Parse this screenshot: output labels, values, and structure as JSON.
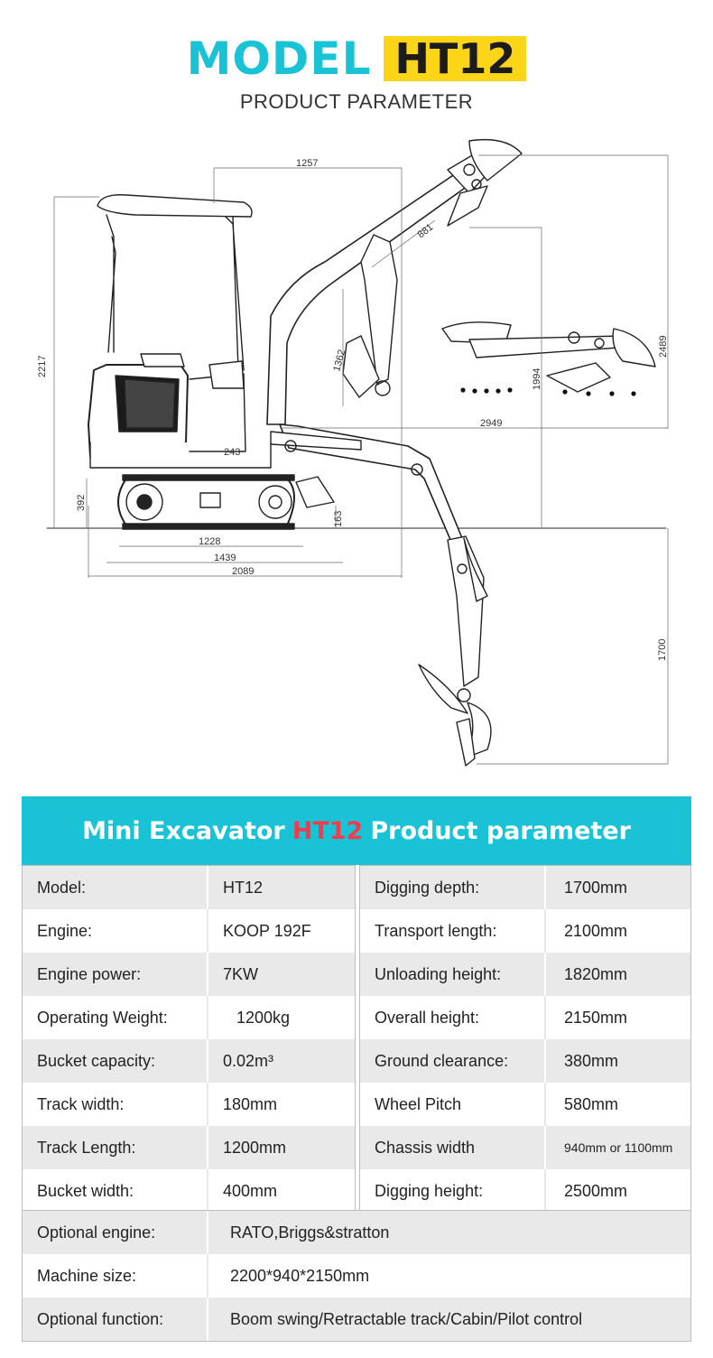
{
  "header": {
    "model_word": "MODEL",
    "model_code": "HT12",
    "subtitle": "PRODUCT PARAMETER"
  },
  "drawing": {
    "dimensions": {
      "top_width": "1257",
      "boom_length": "881",
      "overall_height": "2217",
      "arm_length": "1362",
      "dump_height": "1994",
      "max_height": "2489",
      "reach": "2949",
      "blade_lift": "243",
      "track_height": "392",
      "blade_height": "163",
      "wheel_base": "1228",
      "track_length": "1439",
      "transport_length": "2089",
      "dig_depth": "1700"
    }
  },
  "banner": {
    "prefix": "Mini Excavator",
    "model": "HT12",
    "suffix": "Product parameter"
  },
  "specs_left": [
    {
      "label": "Model:",
      "value": "HT12"
    },
    {
      "label": "Engine:",
      "value": "KOOP 192F"
    },
    {
      "label": "Engine power:",
      "value": "7KW"
    },
    {
      "label": "Operating Weight:",
      "value": "1200kg"
    },
    {
      "label": "Bucket capacity:",
      "value": "0.02m³"
    },
    {
      "label": "Track width:",
      "value": "180mm"
    },
    {
      "label": "Track Length:",
      "value": "1200mm"
    },
    {
      "label": "Bucket width:",
      "value": "400mm"
    }
  ],
  "specs_right": [
    {
      "label": "Digging depth:",
      "value": "1700mm"
    },
    {
      "label": "Transport length:",
      "value": "2100mm"
    },
    {
      "label": "Unloading height:",
      "value": "1820mm"
    },
    {
      "label": "Overall height:",
      "value": "2150mm"
    },
    {
      "label": "Ground clearance:",
      "value": "380mm"
    },
    {
      "label": "Wheel Pitch",
      "value": "580mm"
    },
    {
      "label": "Chassis width",
      "value": "940mm or 1100mm"
    },
    {
      "label": "Digging height:",
      "value": "2500mm"
    }
  ],
  "specs_bottom": [
    {
      "label": "Optional engine:",
      "value": "RATO,Briggs&stratton"
    },
    {
      "label": "Machine size:",
      "value": "2200*940*2150mm"
    },
    {
      "label": "Optional function:",
      "value": "Boom swing/Retractable track/Cabin/Pilot control"
    }
  ],
  "colors": {
    "accent_cyan": "#19c3d5",
    "accent_yellow": "#fcd418",
    "accent_red": "#ee3e4d"
  }
}
